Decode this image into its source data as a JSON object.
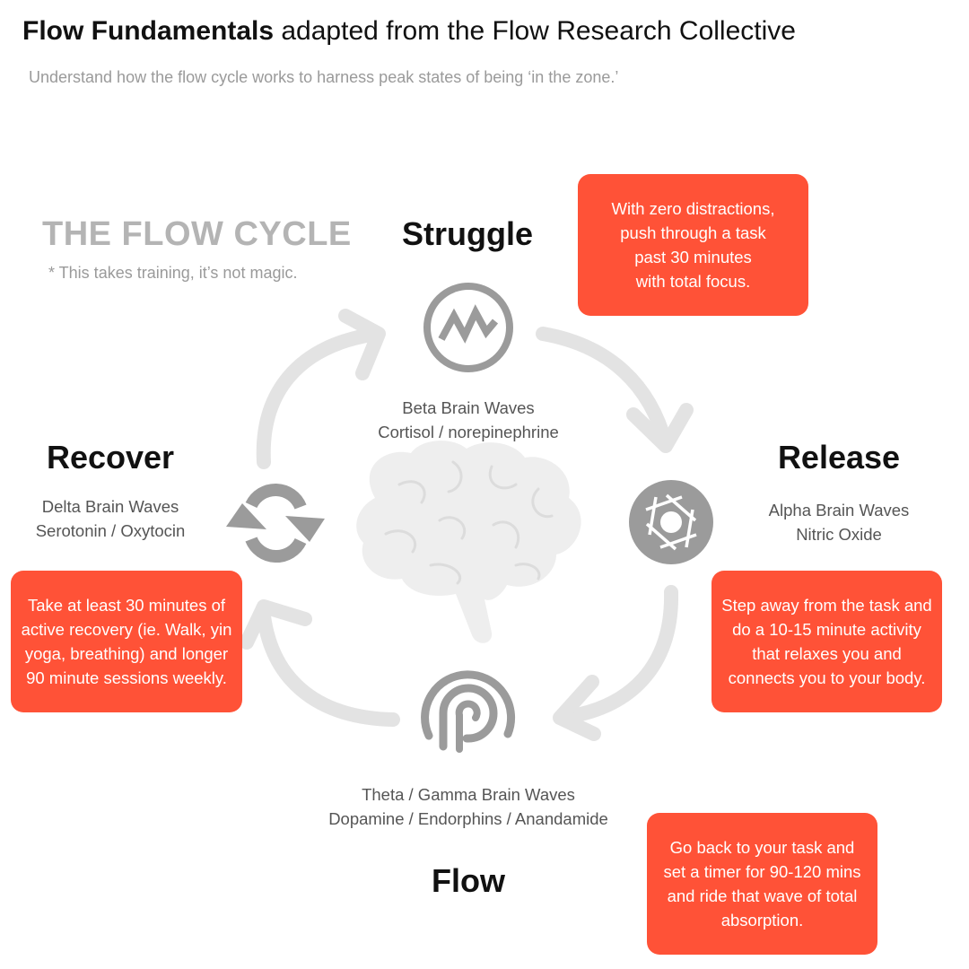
{
  "header": {
    "title_bold": "Flow Fundamentals",
    "title_rest": " adapted from the Flow Research Collective",
    "subtitle": "Understand how the flow cycle works to harness peak states of being ‘in the zone.’"
  },
  "cycle": {
    "title": "THE FLOW CYCLE",
    "note": "* This takes training, it’s not magic."
  },
  "stages": {
    "struggle": {
      "name": "Struggle",
      "icon": "zigzag-circle-icon",
      "info": [
        "Beta Brain Waves",
        "Cortisol / norepinephrine"
      ],
      "tip": [
        "With zero distractions,",
        "push through a task",
        "past 30 minutes",
        "with total focus."
      ]
    },
    "release": {
      "name": "Release",
      "icon": "camera-shutter-icon",
      "info": [
        "Alpha Brain Waves",
        "Nitric Oxide"
      ],
      "tip": [
        "Step away from the task and",
        "do a 10-15 minute activity",
        "that relaxes you and",
        "connects you to your body."
      ]
    },
    "flow": {
      "name": "Flow",
      "icon": "flow-swirl-icon",
      "info": [
        "Theta / Gamma Brain Waves",
        "Dopamine / Endorphins / Anandamide"
      ],
      "tip": [
        "Go back to your task and",
        "set a timer for 90-120 mins",
        "and ride that wave of total",
        "absorption."
      ]
    },
    "recover": {
      "name": "Recover",
      "icon": "refresh-arrows-icon",
      "info": [
        "Delta Brain Waves",
        "Serotonin / Oxytocin"
      ],
      "tip": [
        "Take at least 30 minutes of",
        "active recovery (ie. Walk, yin",
        "yoga, breathing) and longer",
        "90 minute sessions weekly."
      ]
    }
  },
  "colors": {
    "accent": "#ff5237",
    "arrow": "#e3e3e3",
    "icon": "#9b9b9b",
    "brain": "#eeeeee"
  }
}
